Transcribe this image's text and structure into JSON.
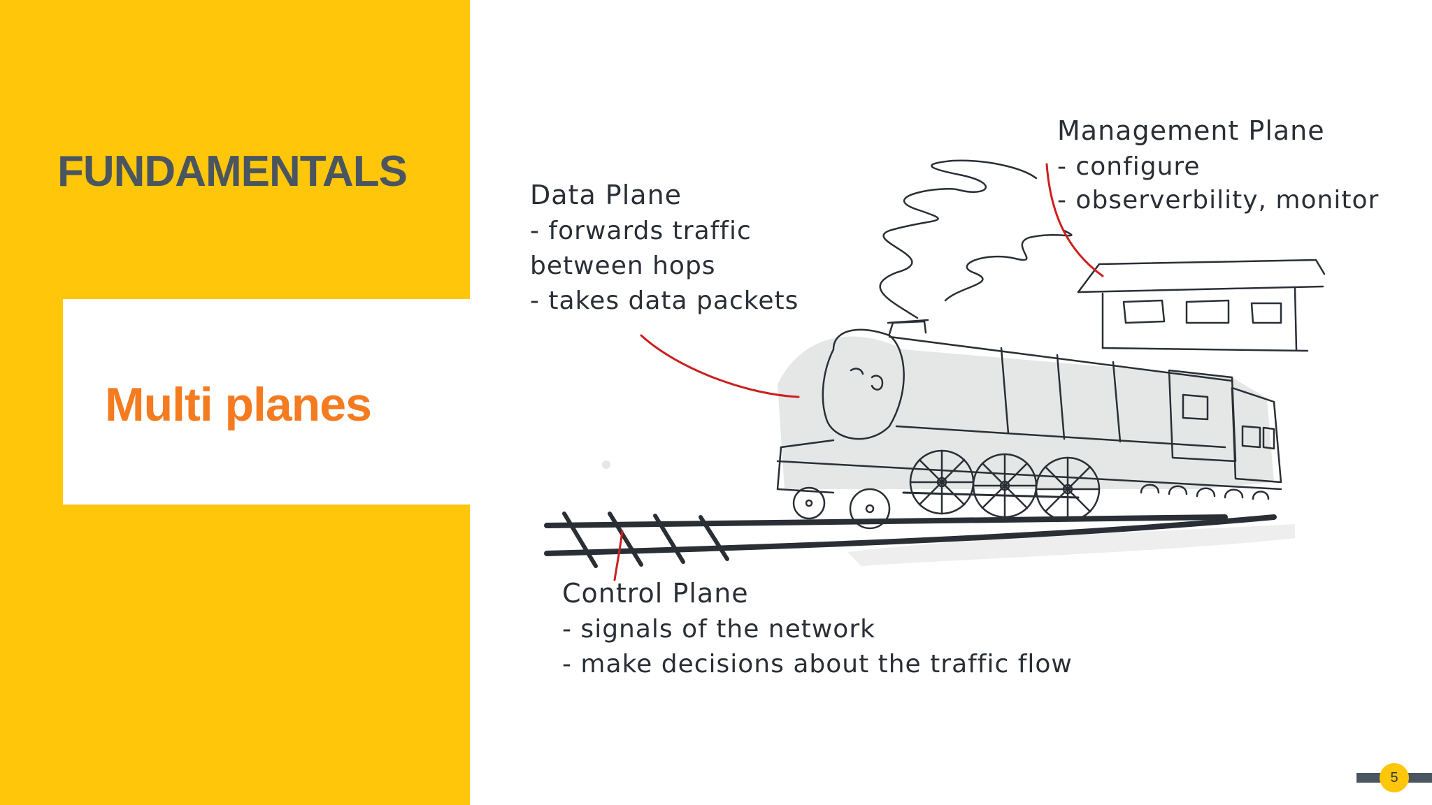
{
  "slide": {
    "section_title": "FUNDAMENTALS",
    "subtitle": "Multi planes",
    "page_number": "5"
  },
  "sketch": {
    "data_plane": {
      "heading": "Data Plane",
      "lines": [
        "- forwards traffic",
        "between hops",
        "- takes data packets"
      ]
    },
    "management_plane": {
      "heading": "Management Plane",
      "lines": [
        "- configure",
        "- observerbility, monitor"
      ]
    },
    "control_plane": {
      "heading": "Control Plane",
      "lines": [
        "- signals of the network",
        "- make decisions about the traffic flow"
      ]
    }
  },
  "colors": {
    "accent_yellow": "#FFC60A",
    "title_gray": "#4a5560",
    "subtitle_orange": "#F47B20",
    "pointer_red": "#cc1f1f"
  }
}
